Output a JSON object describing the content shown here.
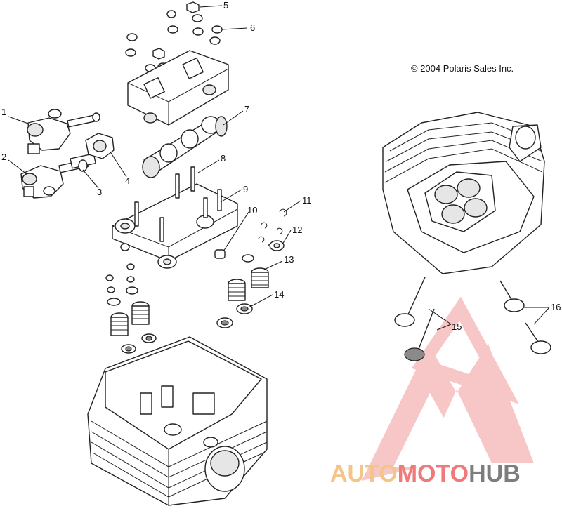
{
  "diagram": {
    "copyright": "© 2004 Polaris Sales Inc.",
    "callouts": [
      "1",
      "2",
      "3",
      "4",
      "5",
      "6",
      "7",
      "8",
      "9",
      "10",
      "11",
      "12",
      "13",
      "14",
      "15",
      "16"
    ]
  },
  "watermark": {
    "part1": "AUTO",
    "part2": "MOTO",
    "part3": "HUB",
    "colors": {
      "auto": "#f3c58a",
      "moto": "#f07a7a",
      "hub": "#7d7d7d"
    }
  }
}
